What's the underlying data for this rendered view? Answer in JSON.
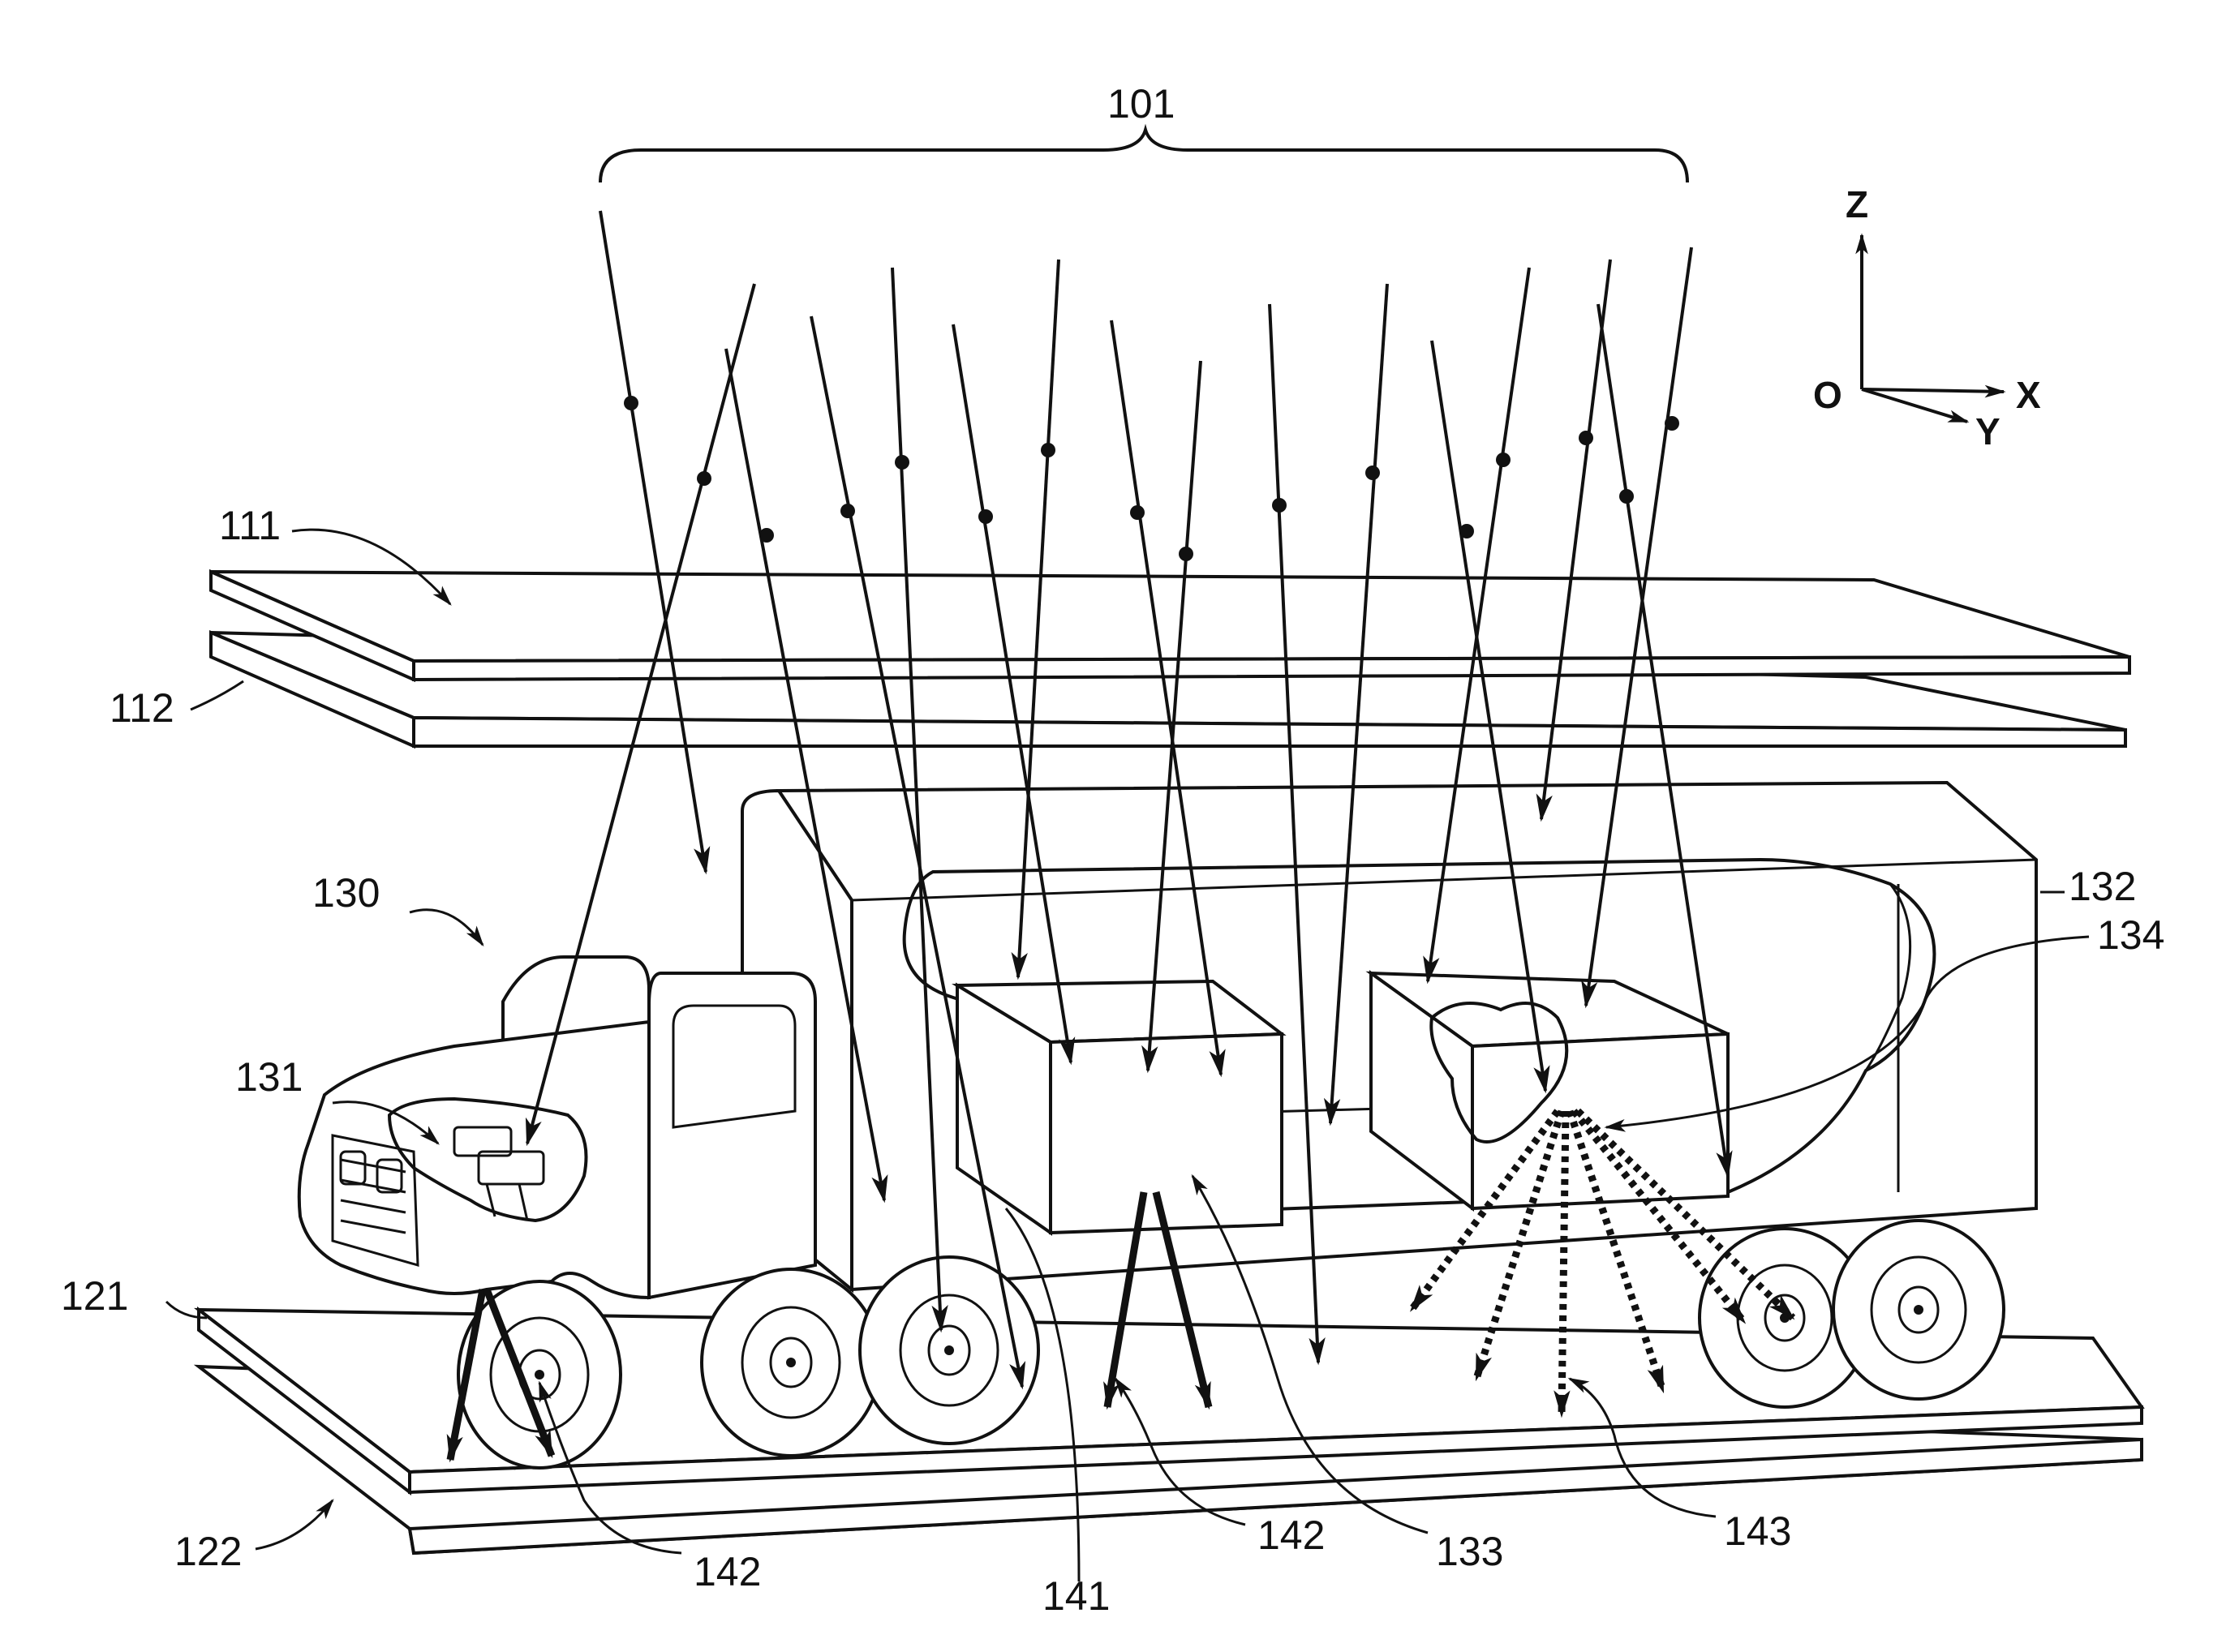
{
  "labels": {
    "ray_bundle": "101",
    "detector_top_1": "111",
    "detector_top_2": "112",
    "detector_bottom_1": "121",
    "detector_bottom_2": "122",
    "vehicle": "130",
    "engine": "131",
    "cargo_container": "132",
    "cargo_box_1": "133",
    "cargo_box_2": "134",
    "path_141": "141",
    "path_142_left": "142",
    "path_142_center": "142",
    "scatter_143": "143"
  },
  "axes": {
    "z": "Z",
    "origin": "O",
    "x": "X",
    "y": "Y"
  }
}
